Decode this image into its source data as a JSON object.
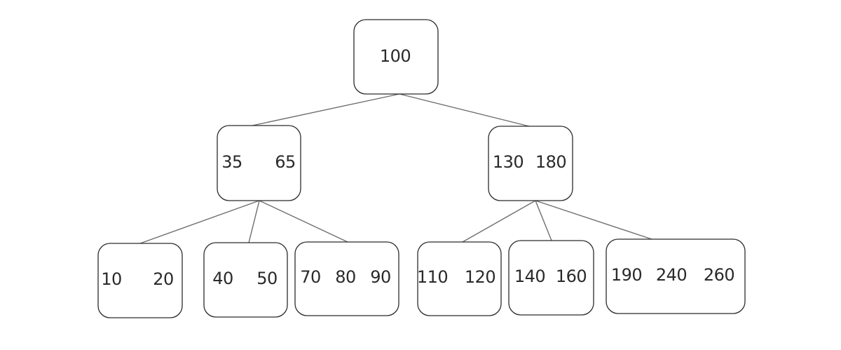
{
  "tree": {
    "root": {
      "keys": [
        "100"
      ]
    },
    "level1": [
      {
        "keys": [
          "35",
          "65"
        ]
      },
      {
        "keys": [
          "130",
          "180"
        ]
      }
    ],
    "leaves": [
      {
        "keys": [
          "10",
          "20"
        ]
      },
      {
        "keys": [
          "40",
          "50"
        ]
      },
      {
        "keys": [
          "70",
          "80",
          "90"
        ]
      },
      {
        "keys": [
          "110",
          "120"
        ]
      },
      {
        "keys": [
          "140",
          "160"
        ]
      },
      {
        "keys": [
          "190",
          "240",
          "260"
        ]
      }
    ]
  },
  "colors": {
    "node_stroke": "#2b2b2b",
    "edge_stroke": "#6e6e6e",
    "text": "#2a2a2a",
    "background": "#ffffff"
  }
}
